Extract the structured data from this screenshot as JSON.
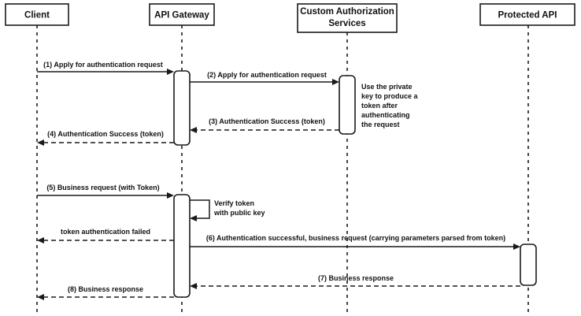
{
  "diagram": {
    "type": "uml-sequence-diagram",
    "background_color": "#ffffff",
    "line_color": "#1a1a1a",
    "participants": [
      {
        "id": "client",
        "label": "Client"
      },
      {
        "id": "api-gateway",
        "label": "API Gateway"
      },
      {
        "id": "custom-auth",
        "label": "Custom Authorization Services",
        "label_line1": "Custom Authorization",
        "label_line2": "Services"
      },
      {
        "id": "protected-api",
        "label": "Protected API"
      }
    ],
    "messages": [
      {
        "seq": "1",
        "label": "(1) Apply for authentication request",
        "from": "client",
        "to": "api-gateway",
        "style": "solid"
      },
      {
        "seq": "2",
        "label": "(2) Apply for authentication request",
        "from": "api-gateway",
        "to": "custom-auth",
        "style": "solid"
      },
      {
        "seq": "3",
        "label": "(3) Authentication Success (token)",
        "from": "custom-auth",
        "to": "api-gateway",
        "style": "dashed"
      },
      {
        "seq": "4",
        "label": "(4) Authentication Success (token)",
        "from": "api-gateway",
        "to": "client",
        "style": "dashed"
      },
      {
        "seq": "5",
        "label": "(5) Business request (with Token)",
        "from": "client",
        "to": "api-gateway",
        "style": "solid"
      },
      {
        "seq": "self",
        "label_line1": "Verify token",
        "label_line2": "with public key",
        "from": "api-gateway",
        "to": "api-gateway",
        "style": "solid-self"
      },
      {
        "seq": "fail",
        "label": "token authentication failed",
        "from": "api-gateway",
        "to": "client",
        "style": "dashed"
      },
      {
        "seq": "6",
        "label": "(6) Authentication successful, business request (carrying parameters parsed from token)",
        "from": "api-gateway",
        "to": "protected-api",
        "style": "solid"
      },
      {
        "seq": "7",
        "label": "(7) Business response",
        "from": "protected-api",
        "to": "api-gateway",
        "style": "dashed"
      },
      {
        "seq": "8",
        "label": "(8) Business response",
        "from": "api-gateway",
        "to": "client",
        "style": "dashed"
      }
    ],
    "notes": [
      {
        "id": "private-key-note",
        "attached_to": "custom-auth",
        "text": "Use the private key to produce a token after authenticating the request",
        "lines": [
          "Use the private",
          "key to produce a",
          "token after",
          "authenticating",
          "the request"
        ]
      }
    ]
  }
}
